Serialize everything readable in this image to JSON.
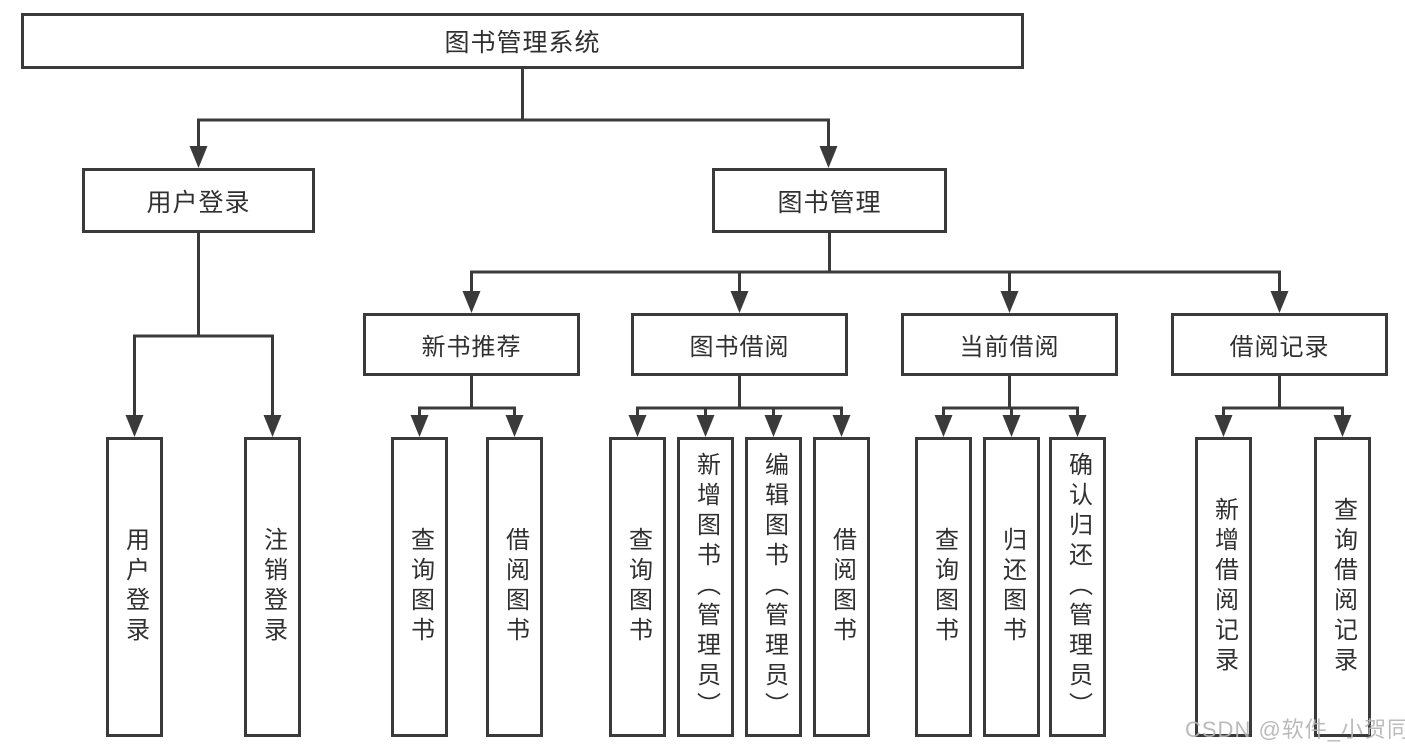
{
  "root": {
    "label": "图书管理系统"
  },
  "branches": [
    {
      "label": "用户登录",
      "children": [
        {
          "label": "用户登录"
        },
        {
          "label": "注销登录"
        }
      ]
    },
    {
      "label": "图书管理",
      "children": [
        {
          "label": "新书推荐",
          "children": [
            {
              "label": "查询图书"
            },
            {
              "label": "借阅图书"
            }
          ]
        },
        {
          "label": "图书借阅",
          "children": [
            {
              "label": "查询图书"
            },
            {
              "label": "新增图书（管理员）"
            },
            {
              "label": "编辑图书（管理员）"
            },
            {
              "label": "借阅图书"
            }
          ]
        },
        {
          "label": "当前借阅",
          "children": [
            {
              "label": "查询图书"
            },
            {
              "label": "归还图书"
            },
            {
              "label": "确认归还（管理员）"
            }
          ]
        },
        {
          "label": "借阅记录",
          "children": [
            {
              "label": "新增借阅记录"
            },
            {
              "label": "查询借阅记录"
            }
          ]
        }
      ]
    }
  ],
  "watermark": {
    "text": "CSDN @软件_小贺同学"
  },
  "colors": {
    "line": "#3a3a3a",
    "text": "#303030",
    "watermark": "#b4b4b4",
    "background": "#ffffff"
  }
}
